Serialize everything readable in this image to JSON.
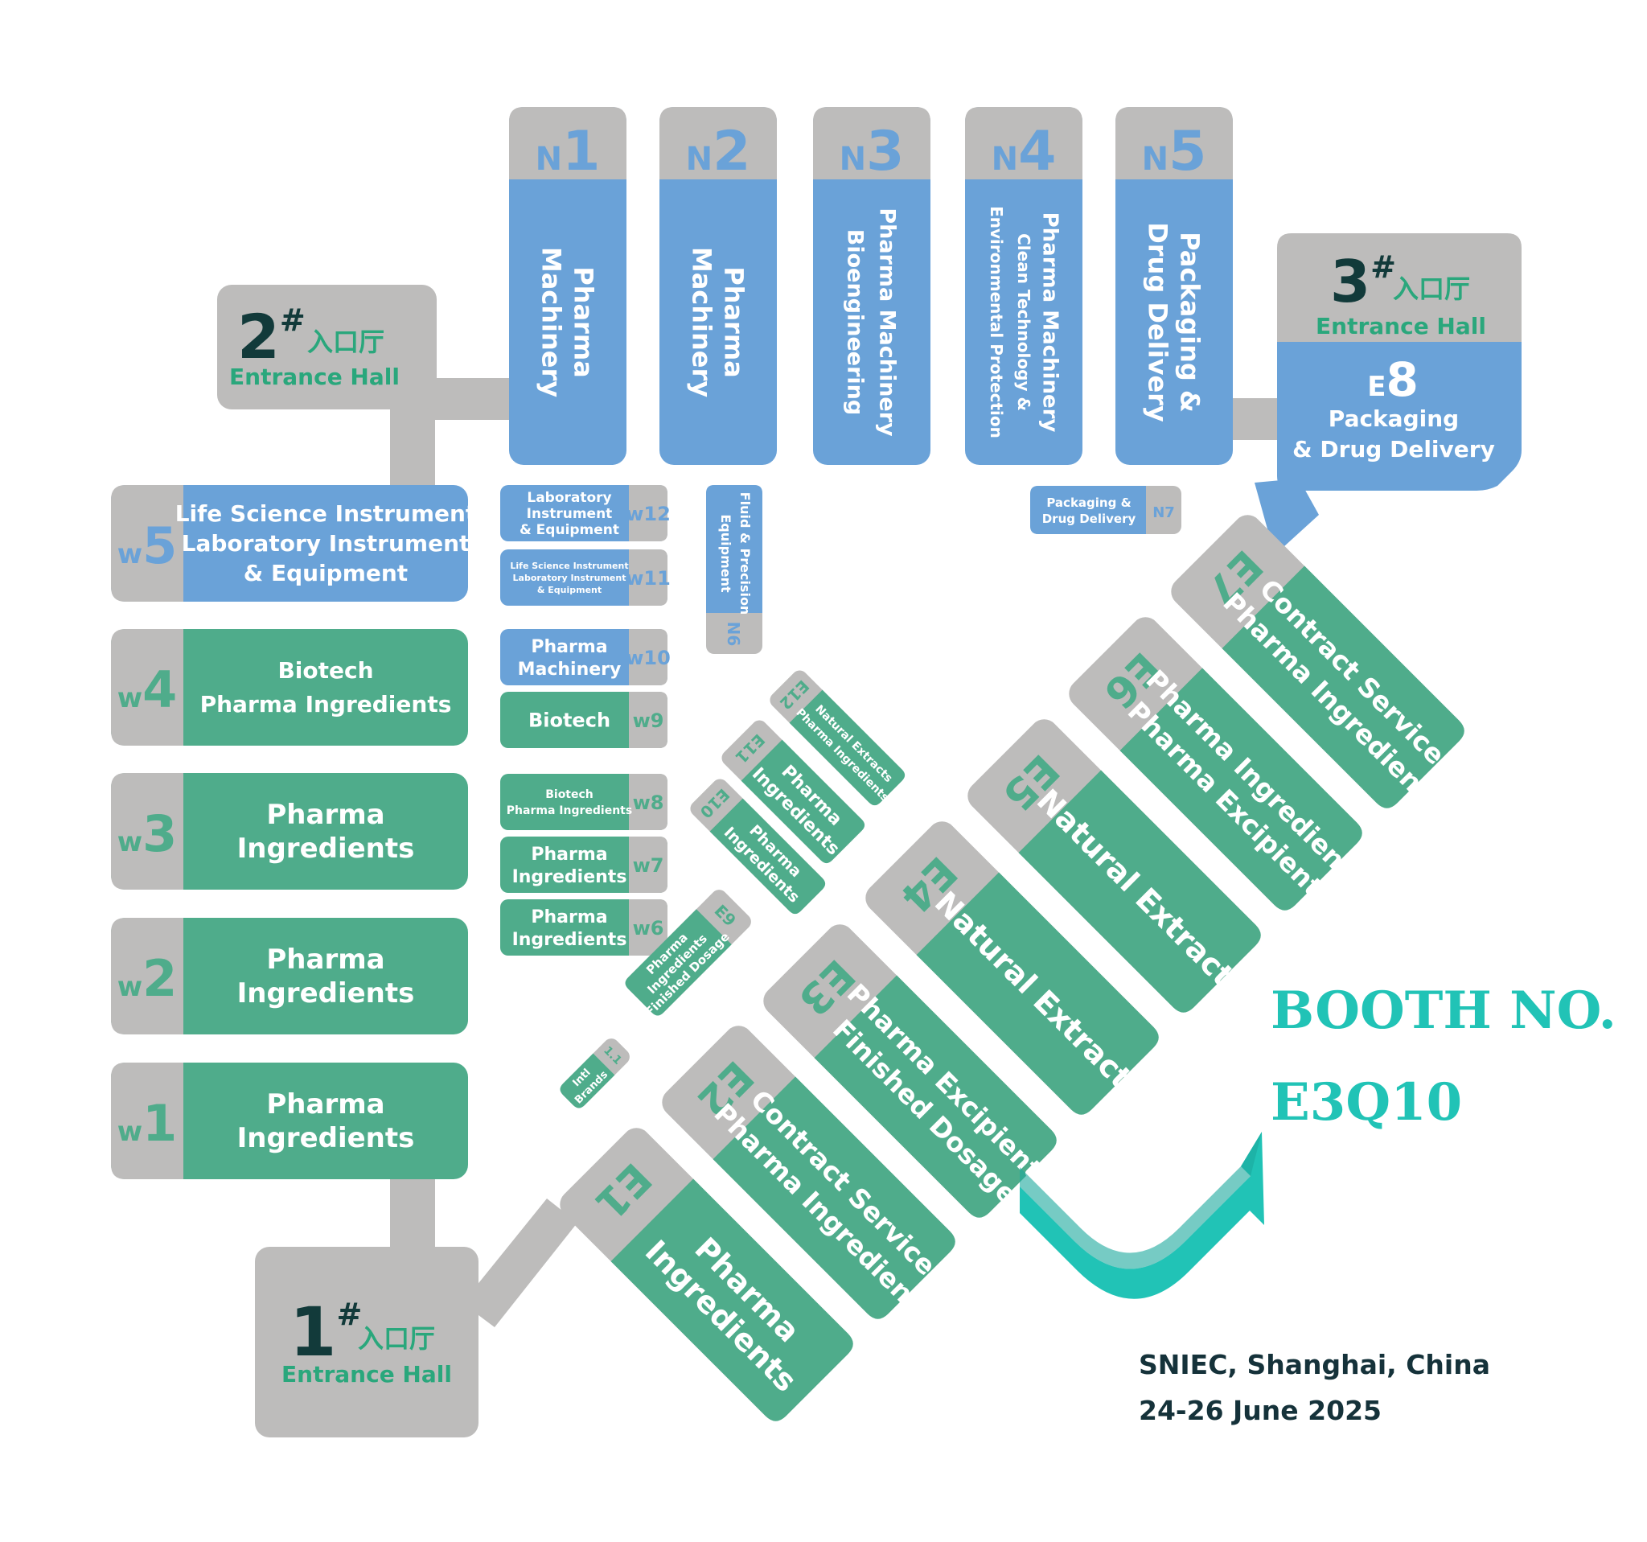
{
  "colors": {
    "gray": "#bdbcbb",
    "blue": "#6aa2d8",
    "green": "#4fac8b",
    "blue_code": "#6aa2d8",
    "green_code": "#4fac8b",
    "entrance_green": "#2aa77c",
    "entrance_dark": "#123a3a",
    "teal": "#21c3b6"
  },
  "entrances": {
    "e1": {
      "num": "1",
      "sup": "#",
      "cn": "入口厅",
      "en": "Entrance Hall"
    },
    "e2": {
      "num": "2",
      "sup": "#",
      "cn": "入口厅",
      "en": "Entrance Hall"
    },
    "e3": {
      "num": "3",
      "sup": "#",
      "cn": "入口厅",
      "en": "Entrance Hall"
    }
  },
  "halls": {
    "n1": {
      "letter": "N",
      "num": "1",
      "lines": [
        "Pharma",
        "Machinery"
      ]
    },
    "n2": {
      "letter": "N",
      "num": "2",
      "lines": [
        "Pharma",
        "Machinery"
      ]
    },
    "n3": {
      "letter": "N",
      "num": "3",
      "lines": [
        "Pharma Machinery",
        "Bioengineering"
      ]
    },
    "n4": {
      "letter": "N",
      "num": "4",
      "lines": [
        "Pharma Machinery",
        "Clean Technology &",
        "Environmental Protection"
      ]
    },
    "n5": {
      "letter": "N",
      "num": "5",
      "lines": [
        "Packaging &",
        "Drug Delivery"
      ]
    },
    "e8": {
      "letter": "E",
      "num": "8",
      "lines": [
        "Packaging",
        "& Drug Delivery"
      ]
    },
    "w5": {
      "code": "w5",
      "lines": [
        "Life Science Instrument",
        "Laboratory Instrument",
        "& Equipment"
      ]
    },
    "w4": {
      "code": "w4",
      "lines": [
        "Biotech",
        "Pharma Ingredients"
      ]
    },
    "w3": {
      "code": "w3",
      "lines": [
        "Pharma",
        "Ingredients"
      ]
    },
    "w2": {
      "code": "w2",
      "lines": [
        "Pharma",
        "Ingredients"
      ]
    },
    "w1": {
      "code": "w1",
      "lines": [
        "Pharma",
        "Ingredients"
      ]
    },
    "w12": {
      "code": "w12",
      "lines": [
        "Laboratory",
        "Instrument",
        "& Equipment"
      ]
    },
    "w11": {
      "code": "w11",
      "lines": [
        "Life Science Instrument",
        "Laboratory Instrument",
        "& Equipment"
      ]
    },
    "w10": {
      "code": "w10",
      "lines": [
        "Pharma",
        "Machinery"
      ]
    },
    "w9": {
      "code": "w9",
      "lines": [
        "Biotech"
      ]
    },
    "w8": {
      "code": "w8",
      "lines": [
        "Biotech",
        "Pharma Ingredients"
      ]
    },
    "w7": {
      "code": "w7",
      "lines": [
        "Pharma",
        "Ingredients"
      ]
    },
    "w6": {
      "code": "w6",
      "lines": [
        "Pharma",
        "Ingredients"
      ]
    },
    "n6": {
      "code": "N6",
      "lines": [
        "Fluid & Precision",
        "Equipment"
      ]
    },
    "n7": {
      "code": "N7",
      "lines": [
        "Packaging &",
        "Drug Delivery"
      ]
    },
    "e7": {
      "code": "E7",
      "lines": [
        "Contract Services",
        "Pharma Ingredients"
      ]
    },
    "e6": {
      "code": "E6",
      "lines": [
        "Pharma Ingredients",
        "Pharma Excipients"
      ]
    },
    "e5": {
      "code": "E5",
      "lines": [
        "Natural Extracts"
      ]
    },
    "e4": {
      "code": "E4",
      "lines": [
        "Natural Extracts"
      ]
    },
    "e3": {
      "code": "E3",
      "lines": [
        "Pharma Excipients",
        "Finished Dosage"
      ]
    },
    "e2": {
      "code": "E2",
      "lines": [
        "Contract Services",
        "Pharma Ingredients"
      ]
    },
    "e1": {
      "code": "E1",
      "lines": [
        "Pharma",
        "Ingredients"
      ]
    },
    "e12": {
      "code": "E12",
      "lines": [
        "Natural Extracts",
        "Pharma Ingredients"
      ]
    },
    "e11": {
      "code": "E11",
      "lines": [
        "Pharma",
        "Ingredients"
      ]
    },
    "e10": {
      "code": "E10",
      "lines": [
        "Pharma",
        "Ingredients"
      ]
    },
    "e9": {
      "code": "E9",
      "lines": [
        "Pharma",
        "Ingredients",
        "Finished Dosage"
      ]
    },
    "e1_1": {
      "code": "1.1",
      "lines": [
        "Intl",
        "Brands"
      ]
    }
  },
  "booth": {
    "title": "BOOTH NO.",
    "number": "E3Q10"
  },
  "footer": {
    "venue": "SNIEC, Shanghai, China",
    "dates": "24-26 June 2025"
  }
}
